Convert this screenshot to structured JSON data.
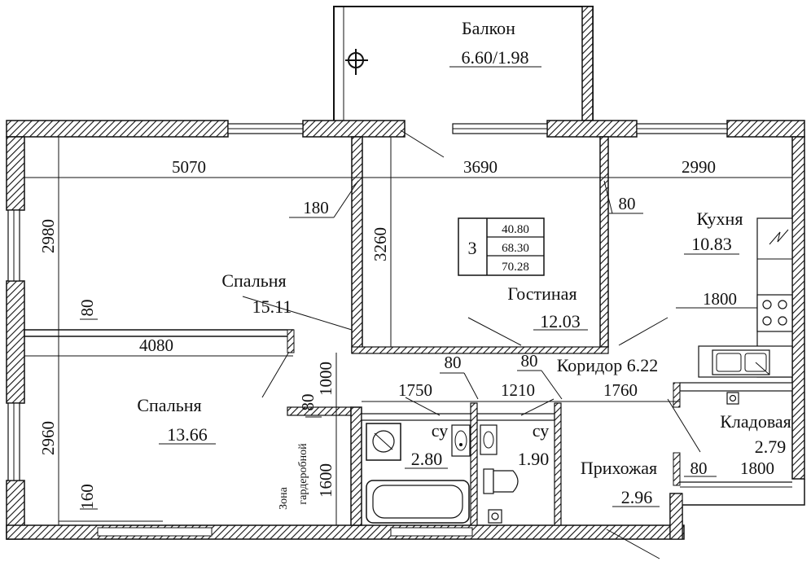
{
  "apartment": {
    "rooms_count": "3",
    "areas": [
      "40.80",
      "68.30",
      "70.28"
    ]
  },
  "rooms": {
    "balcony": {
      "name": "Балкон",
      "area": "6.60/1.98"
    },
    "kitchen": {
      "name": "Кухня",
      "area": "10.83"
    },
    "bedroom_1": {
      "name": "Спальня",
      "area": "15.11"
    },
    "living": {
      "name": "Гостиная",
      "area": "12.03"
    },
    "corridor": {
      "name": "Коридор 6.22"
    },
    "bedroom_2": {
      "name": "Спальня",
      "area": "13.66"
    },
    "bath_1": {
      "name": "су",
      "area": "2.80"
    },
    "bath_2": {
      "name": "су",
      "area": "1.90"
    },
    "hall": {
      "name": "Прихожая",
      "area": "2.96"
    },
    "storage": {
      "name": "Кладовая",
      "area": "2.79"
    },
    "wardrobe": {
      "line1": "Зона",
      "line2": "гардеробной"
    }
  },
  "dimensions": {
    "d5070": "5070",
    "d3690": "3690",
    "d2990": "2990",
    "d2980": "2980",
    "d180": "180",
    "d3260": "3260",
    "d80_living": "80",
    "d80_left": "80",
    "d4080": "4080",
    "d1000": "1000",
    "d80_wall": "80",
    "d80_bath": "80",
    "d80_corr": "80",
    "d1750": "1750",
    "d1210": "1210",
    "d1760": "1760",
    "d1800_kitchen": "1800",
    "d2960": "2960",
    "d1600": "1600",
    "d160": "160",
    "d80_hall": "80",
    "d1800_hall": "1800"
  }
}
